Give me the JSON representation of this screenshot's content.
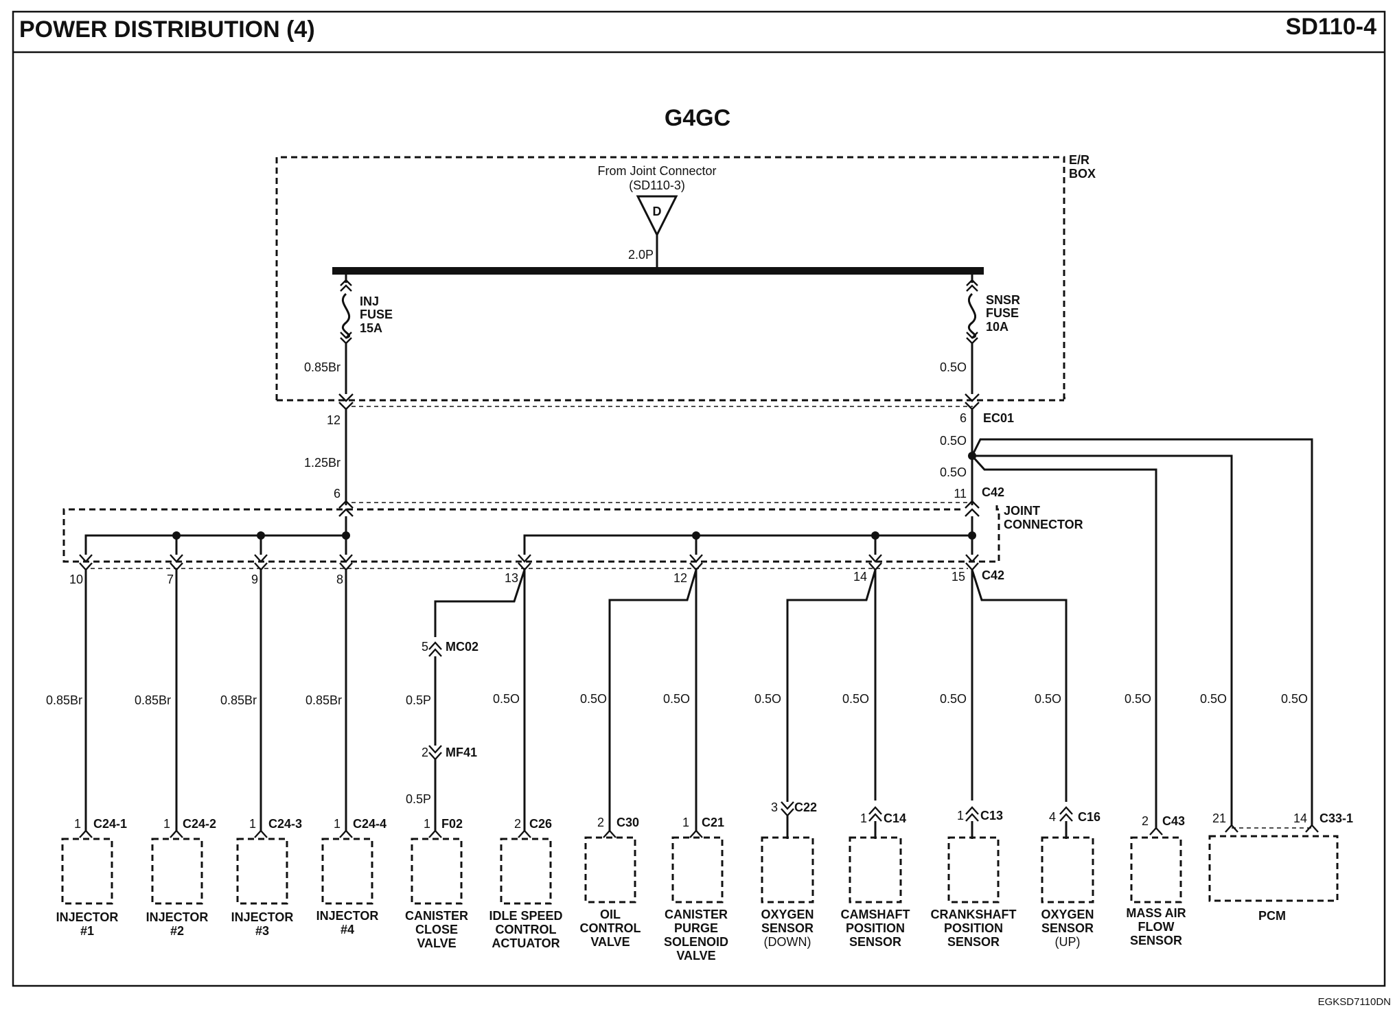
{
  "header": {
    "title": "POWER DISTRIBUTION (4)",
    "code": "SD110-4"
  },
  "engine": "G4GC",
  "er_box": {
    "label_line1": "E/R",
    "label_line2": "BOX"
  },
  "source": {
    "line1": "From Joint Connector",
    "line2": "(SD110-3)",
    "letter": "D",
    "wire": "2.0P"
  },
  "fuses": [
    {
      "line1": "INJ",
      "line2": "FUSE",
      "line3": "15A",
      "wire_below": "0.85Br"
    },
    {
      "line1": "SNSR",
      "line2": "FUSE",
      "line3": "10A",
      "wire_below": "0.5O"
    }
  ],
  "ec01": {
    "name": "EC01",
    "pin_left": "12",
    "pin_right": "6"
  },
  "mid_wires": {
    "left": "1.25Br",
    "right_top": "0.5O",
    "right_bottom": "0.5O"
  },
  "joint_connector": {
    "line1": "JOINT",
    "line2": "CONNECTOR",
    "top_name": "C42",
    "top_pin_left": "6",
    "top_pin_right": "11",
    "bottom_name": "C42"
  },
  "jc_pins": [
    "10",
    "7",
    "9",
    "8",
    "13",
    "12",
    "14",
    "15"
  ],
  "inline": {
    "mc02_pin": "5",
    "mc02": "MC02",
    "mf41_pin": "2",
    "mf41": "MF41"
  },
  "wires": {
    "injectors": [
      "0.85Br",
      "0.85Br",
      "0.85Br",
      "0.85Br"
    ],
    "canister_upper": "0.5P",
    "canister_lower": "0.5P",
    "others": [
      "0.5O",
      "0.5O",
      "0.5O",
      "0.5O",
      "0.5O",
      "0.5O",
      "0.5O",
      "0.5O",
      "0.5O",
      "0.5O"
    ]
  },
  "components": [
    {
      "pin": "1",
      "conn": "C24-1",
      "line1": "INJECTOR",
      "line2": "#1",
      "line3": "",
      "line4": ""
    },
    {
      "pin": "1",
      "conn": "C24-2",
      "line1": "INJECTOR",
      "line2": "#2",
      "line3": "",
      "line4": ""
    },
    {
      "pin": "1",
      "conn": "C24-3",
      "line1": "INJECTOR",
      "line2": "#3",
      "line3": "",
      "line4": ""
    },
    {
      "pin": "1",
      "conn": "C24-4",
      "line1": "INJECTOR",
      "line2": "#4",
      "line3": "",
      "line4": ""
    },
    {
      "pin": "1",
      "conn": "F02",
      "line1": "CANISTER",
      "line2": "CLOSE",
      "line3": "VALVE",
      "line4": ""
    },
    {
      "pin": "2",
      "conn": "C26",
      "line1": "IDLE SPEED",
      "line2": "CONTROL",
      "line3": "ACTUATOR",
      "line4": ""
    },
    {
      "pin": "2",
      "conn": "C30",
      "line1": "OIL",
      "line2": "CONTROL",
      "line3": "VALVE",
      "line4": ""
    },
    {
      "pin": "1",
      "conn": "C21",
      "line1": "CANISTER",
      "line2": "PURGE",
      "line3": "SOLENOID",
      "line4": "VALVE"
    },
    {
      "pin": "3",
      "conn": "C22",
      "line1": "OXYGEN",
      "line2": "SENSOR",
      "line3": "(DOWN)",
      "line4": ""
    },
    {
      "pin": "1",
      "conn": "C14",
      "line1": "CAMSHAFT",
      "line2": "POSITION",
      "line3": "SENSOR",
      "line4": ""
    },
    {
      "pin": "1",
      "conn": "C13",
      "line1": "CRANKSHAFT",
      "line2": "POSITION",
      "line3": "SENSOR",
      "line4": ""
    },
    {
      "pin": "4",
      "conn": "C16",
      "line1": "OXYGEN",
      "line2": "SENSOR",
      "line3": "(UP)",
      "line4": ""
    },
    {
      "pin": "2",
      "conn": "C43",
      "line1": "MASS AIR",
      "line2": "FLOW",
      "line3": "SENSOR",
      "line4": ""
    }
  ],
  "pcm": {
    "name": "PCM",
    "conn": "C33-1",
    "pin_left": "21",
    "pin_right": "14"
  },
  "footer": {
    "code": "EGKSD7110DN"
  }
}
